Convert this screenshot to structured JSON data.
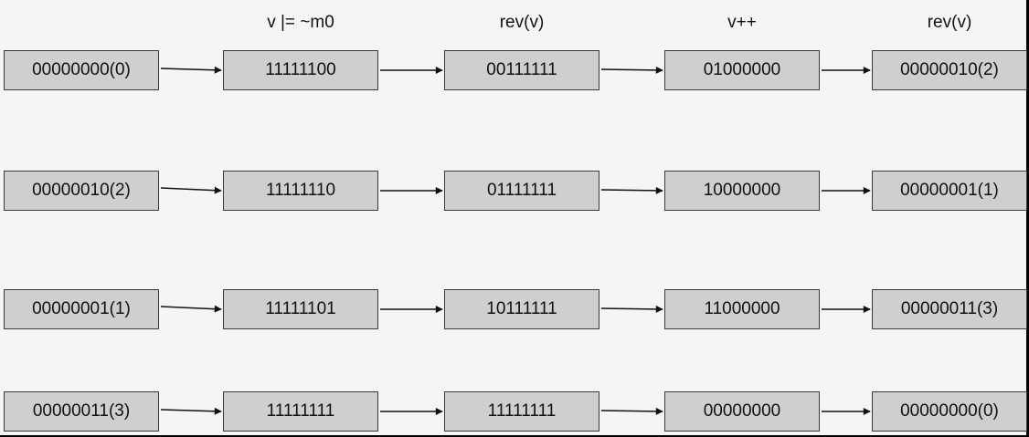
{
  "diagram": {
    "columns": [
      "",
      "v |= ~m0",
      "rev(v)",
      "v++",
      "rev(v)"
    ],
    "rows": [
      [
        "00000000(0)",
        "11111100",
        "00111111",
        "01000000",
        "00000010(2)"
      ],
      [
        "00000010(2)",
        "11111110",
        "01111111",
        "10000000",
        "00000001(1)"
      ],
      [
        "00000001(1)",
        "11111101",
        "10111111",
        "11000000",
        "00000011(3)"
      ],
      [
        "00000011(3)",
        "11111111",
        "11111111",
        "00000000",
        "00000000(0)"
      ]
    ]
  },
  "colors": {
    "background": "#f5f5f5",
    "box_fill": "#cfcfcf",
    "box_border": "#3a3a3a",
    "arrow": "#111111",
    "frame": "#000000"
  }
}
